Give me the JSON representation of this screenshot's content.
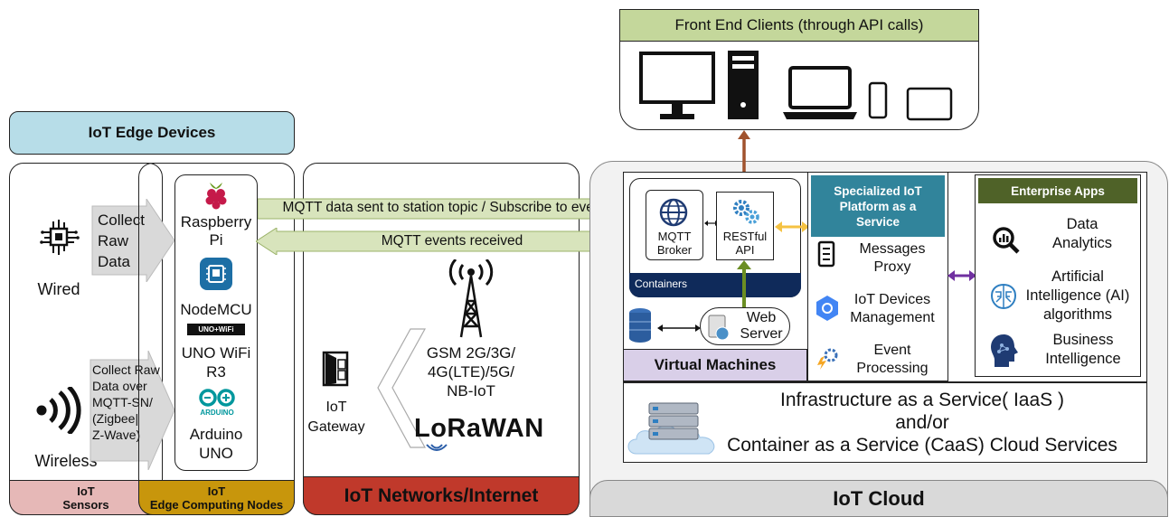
{
  "edge_devices_title": "IoT Edge Devices",
  "sensors": {
    "wired_label": "Wired",
    "wireless_label": "Wireless",
    "collect_wired": [
      "Collect",
      "Raw",
      "Data"
    ],
    "collect_wireless": [
      "Collect Raw",
      "Data over",
      "MQTT-SN/",
      "(Zigbee|",
      "Z-Wave)"
    ],
    "footer": [
      "IoT",
      "Sensors"
    ],
    "footer_color": "#e6b8b7"
  },
  "edge_nodes": {
    "raspberry_pi": [
      "Raspberry",
      "Pi"
    ],
    "nodemcu": "NodeMCU",
    "uno_wifi_chip": "UNO+WiFi",
    "uno_wifi": [
      "UNO WiFi",
      "R3"
    ],
    "arduino_logo": "ARDUINO",
    "arduino_uno": [
      "Arduino",
      "UNO"
    ],
    "footer": [
      "IoT",
      "Edge Computing Nodes"
    ],
    "footer_color": "#c8960c"
  },
  "networks": {
    "mqtt_sent": "MQTT data sent to station topic / Subscribe to events",
    "mqtt_received": "MQTT events received",
    "gateway": [
      "IoT",
      "Gateway"
    ],
    "cellular": [
      "GSM 2G/3G/",
      "4G(LTE)/5G/",
      "NB-IoT"
    ],
    "lorawan": "LoRaWAN",
    "footer": "IoT Networks/Internet",
    "footer_color": "#c0392b"
  },
  "front_end": {
    "title": "Front End Clients (through API calls)",
    "title_color": "#c4d79b"
  },
  "cloud": {
    "mqtt_broker": [
      "MQTT",
      "Broker"
    ],
    "restful_api": [
      "RESTful",
      "API"
    ],
    "containers": "Containers",
    "web_server": [
      "Web",
      "Server"
    ],
    "virtual_machines": "Virtual Machines",
    "iot_platform_title": [
      "Specialized IoT",
      "Platform as a",
      "Service"
    ],
    "platform_items": [
      [
        "Messages",
        "Proxy"
      ],
      [
        "IoT Devices",
        "Management"
      ],
      [
        "Event",
        "Processing"
      ]
    ],
    "enterprise_title": "Enterprise Apps",
    "enterprise_items": [
      [
        "Data",
        "Analytics"
      ],
      [
        "Artificial",
        "Intelligence (AI)",
        "algorithms"
      ],
      [
        "Business",
        "Intelligence"
      ]
    ],
    "iaas": [
      "Infrastructure as a Service( IaaS )",
      "and/or",
      "Container as a Service (CaaS) Cloud Services"
    ],
    "footer": "IoT Cloud",
    "colors": {
      "containers_bar": "#0f2a5a",
      "vm_bar": "#d9cfe8",
      "platform_header": "#31849b",
      "enterprise_header": "#4f6228",
      "edge_title_bg": "#b7dde8",
      "cloud_bg": "#f2f2f2",
      "cloud_footer": "#d9d9d9",
      "brown_arrow": "#a0522d",
      "green_arrow": "#6b8e23",
      "yellow_arrow": "#f5c242",
      "purple_arrow": "#7030a0"
    }
  }
}
